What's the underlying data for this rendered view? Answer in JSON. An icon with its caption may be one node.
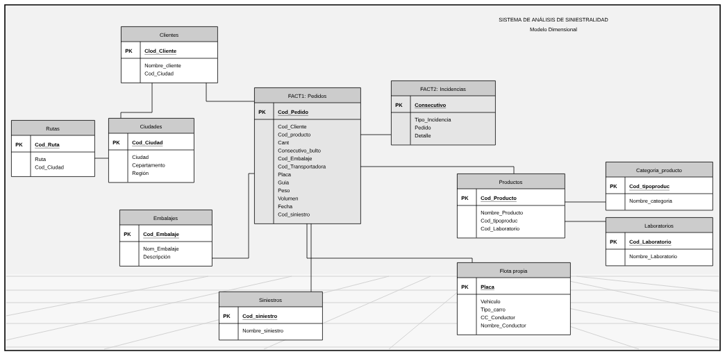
{
  "diagram": {
    "title": "SISTEMA DE ANÁLISIS DE SINIESTRALIDAD",
    "nodes": [
      {
        "text": [
          "Clientes",
          "PK",
          "Clod_Cliente",
          "Nombre_cliente",
          "Cod_Ciudad"
        ]
      },
      {
        "text": [
          "Rutas",
          "PK",
          "Cod_Ruta",
          "Ruta",
          "Cod_Ciudad"
        ]
      },
      {
        "text": [
          "Ciudades",
          "PK",
          "Cod_Ciudad",
          "Ciudad",
          "Cepartamento",
          "Región"
        ]
      },
      {
        "text": [
          "FACT1: Pedidos",
          "PK",
          "Cod_Pedido",
          "Cod_Cliente",
          "Cod_producto",
          "Cant",
          "Consecutivo_bulto",
          "Cod_Embalaje",
          "Cod_Transportadora",
          "Placa",
          "Guia",
          "Peso",
          "Volumen",
          "Fecha",
          "Cod_siniestro"
        ]
      },
      {
        "text": [
          "FACT2: Incidencias",
          "PK",
          "Consecutivo",
          "Tipo_Incidencia",
          "Pedido",
          "Detalle"
        ]
      },
      {
        "text": [
          "Productos",
          "PK",
          "Cod_Producto",
          "Nombre_Producto",
          "Cod_tipoproduc",
          "Cod_Laboratorio"
        ]
      },
      {
        "text": [
          "Categoria_producto",
          "PK",
          "Cod_tipoproduc",
          "Nombre_categoria"
        ]
      },
      {
        "text": [
          "Laboratorios",
          "PK",
          "Cod_Laboratorio",
          "Nombre_Laboratorio"
        ]
      },
      {
        "text": [
          "Embalajes",
          "PK",
          "Cod_Embalaje",
          "Nom_Embalaje",
          "Descripción"
        ]
      },
      {
        "text": [
          "Siniestros",
          "PK",
          "Cod_siniestro",
          "Nombre_siniestro"
        ]
      },
      {
        "text": [
          "Flota propia",
          "PK",
          "Placa",
          "Vehiculo",
          "Tipo_carro",
          "CC_Conductor",
          "Nombre_Conductor"
        ]
      }
    ],
    "edges": [
      {
        "from": 0,
        "to": 2,
        "arrow": "none"
      },
      {
        "from": 0,
        "to": 3,
        "arrow": "none"
      },
      {
        "from": 1,
        "to": 2,
        "arrow": "none"
      },
      {
        "from": 3,
        "to": 4,
        "arrow": "none"
      },
      {
        "from": 3,
        "to": 5,
        "arrow": "none"
      },
      {
        "from": 8,
        "to": 3,
        "arrow": "none"
      },
      {
        "from": 3,
        "to": 9,
        "arrow": "none"
      },
      {
        "from": 3,
        "to": 10,
        "arrow": "none"
      },
      {
        "from": 5,
        "to": 6,
        "arrow": "none"
      },
      {
        "from": 5,
        "to": 7,
        "arrow": "none"
      }
    ],
    "labels": [
      "Modelo Dimensional"
    ]
  }
}
